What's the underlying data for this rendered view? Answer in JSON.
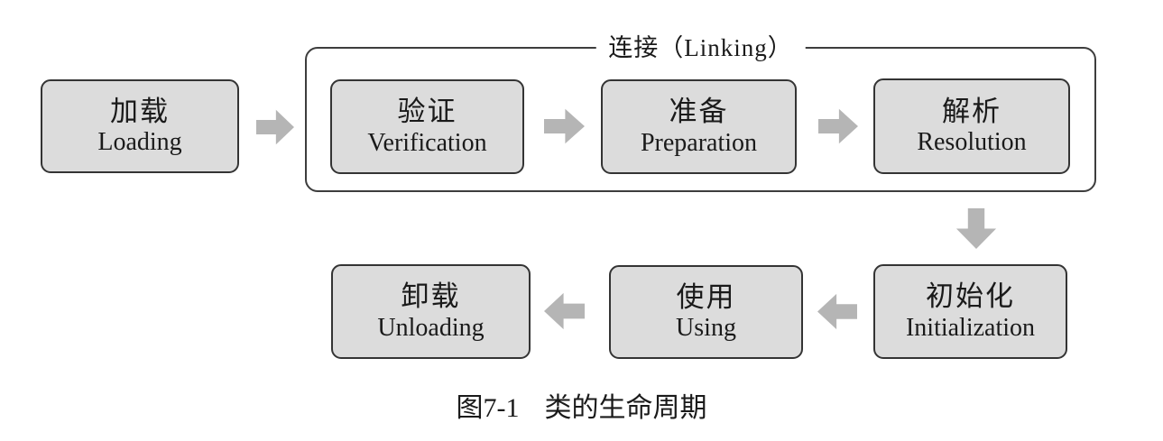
{
  "diagram": {
    "linking_group": {
      "label": "连接（Linking）"
    },
    "stages": [
      {
        "id": "loading",
        "zh": "加载",
        "en": "Loading"
      },
      {
        "id": "verification",
        "zh": "验证",
        "en": "Verification"
      },
      {
        "id": "preparation",
        "zh": "准备",
        "en": "Preparation"
      },
      {
        "id": "resolution",
        "zh": "解析",
        "en": "Resolution"
      },
      {
        "id": "initialization",
        "zh": "初始化",
        "en": "Initialization"
      },
      {
        "id": "using",
        "zh": "使用",
        "en": "Using"
      },
      {
        "id": "unloading",
        "zh": "卸载",
        "en": "Unloading"
      }
    ],
    "caption": {
      "figure_label": "图7-1",
      "title": "类的生命周期"
    },
    "colors": {
      "page_bg": "#ffffff",
      "box_fill": "#dcdcdc",
      "box_border": "#343434",
      "container_border": "#3d3d3d",
      "arrow": "#b5b5b5",
      "text": "#1a1a1a"
    }
  }
}
